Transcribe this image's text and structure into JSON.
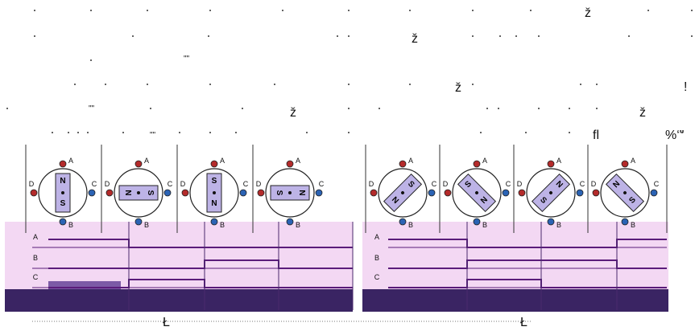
{
  "garbled_text": [
    "ž",
    "ž",
    "!",
    "ž",
    "ž",
    "ž",
    "fl",
    "%‘\"",
    "\"\"",
    "\"\"",
    "\"\""
  ],
  "stepper": {
    "coil_labels": {
      "top": "A",
      "bottom": "B",
      "left": "D",
      "right": "C"
    },
    "full_step": {
      "rotor_labels": [
        [
          "N",
          "S"
        ],
        [
          "S",
          "N"
        ],
        [
          "S",
          "N"
        ],
        [
          "N",
          "S"
        ]
      ]
    },
    "half_step": {
      "rotor_labels": [
        [
          "S",
          "N"
        ],
        [
          "S",
          "N"
        ],
        [
          "N",
          "S"
        ],
        [
          "N",
          "S"
        ]
      ]
    },
    "timing_labels": [
      "A",
      "B",
      "C"
    ],
    "colors": {
      "panel_bg": "#f3d8f3",
      "magnet_fill": "#bdb3e6",
      "coil_blue": "#2b63b4",
      "coil_red": "#b42b2b",
      "signal": "#5a1c7a",
      "band_dark": "#3a2463"
    }
  },
  "bottom_labels": [
    "Ł",
    "Ł"
  ]
}
